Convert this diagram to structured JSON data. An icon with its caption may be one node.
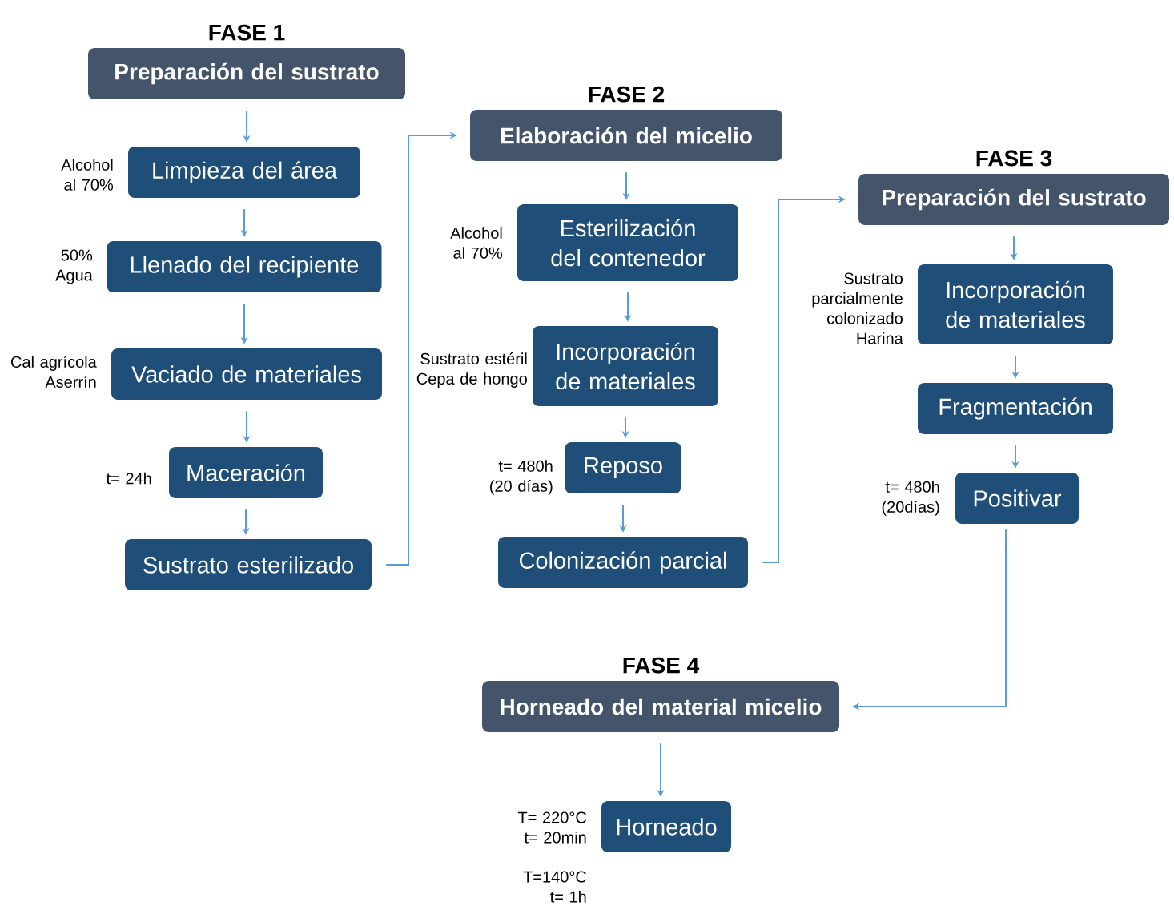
{
  "diagram": {
    "nodes": [
      {
        "text": [
          "FASE 1",
          "Preparación del sustrato"
        ]
      },
      {
        "text": [
          "Limpieza del área"
        ],
        "beside": [
          "Alcohol al 70%"
        ]
      },
      {
        "text": [
          "Llenado del recipiente"
        ],
        "beside": [
          "50% Agua"
        ]
      },
      {
        "text": [
          "Vaciado de materiales"
        ],
        "beside": [
          "Cal agrícola Aserrín"
        ]
      },
      {
        "text": [
          "Maceración"
        ],
        "beside": [
          "t= 24h"
        ]
      },
      {
        "text": [
          "Sustrato esterilizado"
        ]
      },
      {
        "text": [
          "FASE 2",
          "Elaboración del micelio"
        ]
      },
      {
        "text": [
          "Esterilización del contenedor"
        ],
        "beside": [
          "Alcohol al 70%"
        ]
      },
      {
        "text": [
          "Incorporación de materiales"
        ],
        "beside": [
          "Sustrato estéril Cepa de hongo"
        ]
      },
      {
        "text": [
          "Reposo"
        ],
        "beside": [
          "t= 480h (20 días)"
        ]
      },
      {
        "text": [
          "Colonización parcial"
        ]
      },
      {
        "text": [
          "FASE 3",
          "Preparación del sustrato"
        ]
      },
      {
        "text": [
          "Incorporación de materiales"
        ],
        "beside": [
          "Sustrato parcialmente colonizado Harina"
        ]
      },
      {
        "text": [
          "Fragmentación"
        ]
      },
      {
        "text": [
          "Positivar"
        ],
        "beside": [
          "t= 480h (20días)"
        ]
      },
      {
        "text": [
          "FASE 4",
          "Horneado del material micelio"
        ]
      },
      {
        "text": [
          "Horneado"
        ],
        "beside": [
          "T= 220°C t= 20min",
          "T=140°C t= 1h"
        ]
      }
    ],
    "edges": [
      {
        "from": 0,
        "to": 1,
        "arrow": "to"
      },
      {
        "from": 1,
        "to": 2,
        "arrow": "to"
      },
      {
        "from": 2,
        "to": 3,
        "arrow": "to"
      },
      {
        "from": 3,
        "to": 4,
        "arrow": "to"
      },
      {
        "from": 4,
        "to": 5,
        "arrow": "to"
      },
      {
        "from": 5,
        "to": 6,
        "arrow": "to"
      },
      {
        "from": 6,
        "to": 7,
        "arrow": "to"
      },
      {
        "from": 7,
        "to": 8,
        "arrow": "to"
      },
      {
        "from": 8,
        "to": 9,
        "arrow": "to"
      },
      {
        "from": 9,
        "to": 10,
        "arrow": "to"
      },
      {
        "from": 10,
        "to": 11,
        "arrow": "to"
      },
      {
        "from": 11,
        "to": 12,
        "arrow": "to"
      },
      {
        "from": 12,
        "to": 13,
        "arrow": "to"
      },
      {
        "from": 13,
        "to": 14,
        "arrow": "to"
      },
      {
        "from": 14,
        "to": 15,
        "arrow": "to"
      },
      {
        "from": 15,
        "to": 16,
        "arrow": "to"
      }
    ]
  }
}
